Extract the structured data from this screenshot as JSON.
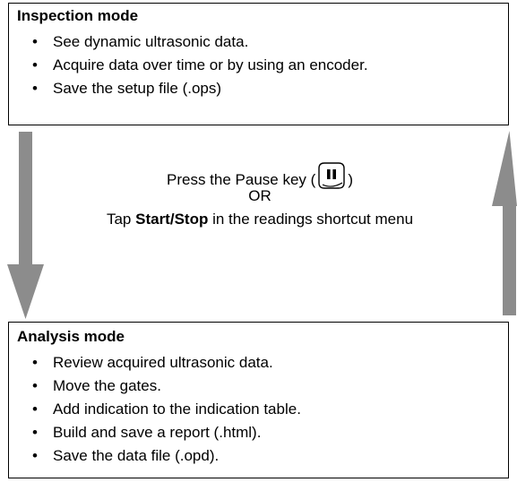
{
  "inspection": {
    "title": "Inspection mode",
    "items": [
      "See dynamic ultrasonic data.",
      "Acquire data over time or by using an encoder.",
      "Save the setup file (.ops)"
    ]
  },
  "transition": {
    "press_prefix": "Press the Pause key (",
    "press_suffix": ")",
    "or_label": "OR",
    "tap_prefix": "Tap ",
    "tap_bold": "Start/Stop",
    "tap_suffix": " in the readings shortcut menu"
  },
  "analysis": {
    "title": "Analysis mode",
    "items": [
      "Review acquired ultrasonic data.",
      "Move the gates.",
      "Add indication to the indication table.",
      "Build and save a report (.html).",
      "Save the data file (.opd)."
    ]
  },
  "colors": {
    "arrow": "#8c8c8c",
    "border": "#000000"
  },
  "icons": {
    "pause_key": "pause-key-icon"
  }
}
